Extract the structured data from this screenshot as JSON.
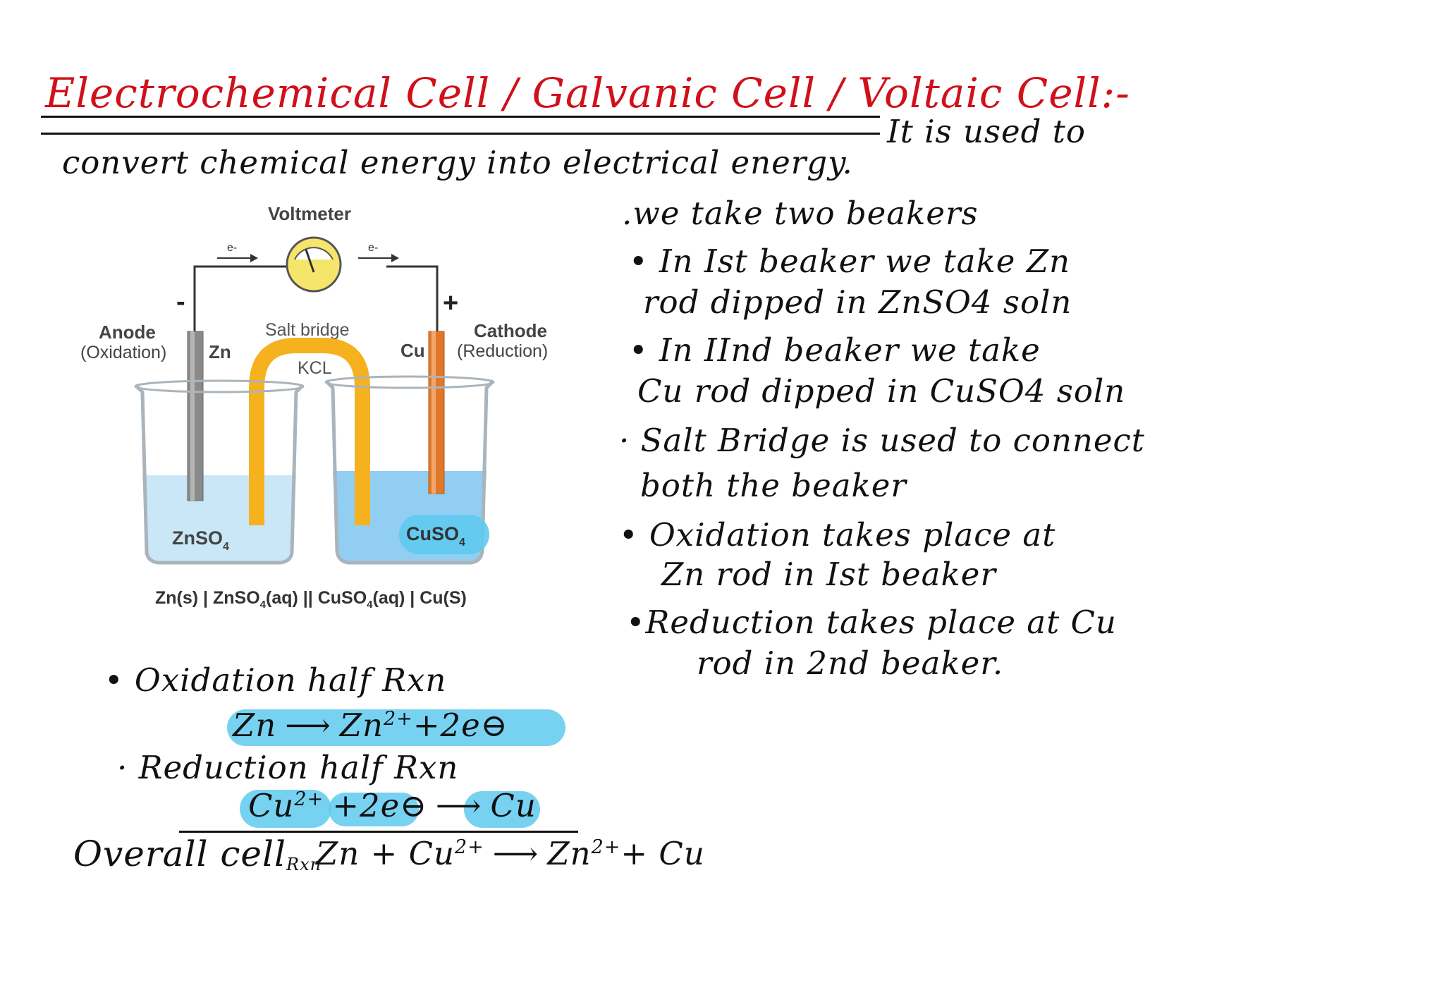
{
  "title": "Electrochemical Cell / Galvanic Cell / Voltaic Cell:-",
  "intro": {
    "line1_end": "It is used to",
    "line2": "convert chemical energy into electrical energy."
  },
  "diagram": {
    "voltmeter": "Voltmeter",
    "electron_left": "e-",
    "electron_right": "e-",
    "minus": "-",
    "plus": "+",
    "anode": "Anode",
    "anode_sub": "(Oxidation)",
    "cathode": "Cathode",
    "cathode_sub": "(Reduction)",
    "zn": "Zn",
    "cu": "Cu",
    "salt_bridge": "Salt bridge",
    "kcl": "KCL",
    "znso4": "ZnSO",
    "znso4_sub": "4",
    "cuso4": "CuSO",
    "cuso4_sub": "4",
    "notation": {
      "p1": "Zn(s) | ZnSO",
      "s1": "4",
      "p2": "(aq) || CuSO",
      "s2": "4",
      "p3": "(aq) | Cu(S)"
    }
  },
  "points": [
    {
      "a": ".we take two beakers"
    },
    {
      "a": "• In Ist beaker we take Zn",
      "b": "rod dipped in ZnSO4 soln"
    },
    {
      "a": "• In IInd beaker we take",
      "b": "Cu rod dipped in CuSO4 soln"
    },
    {
      "a": "· Salt Bridge is used to connect",
      "b": "both the beaker"
    },
    {
      "a": "• Oxidation takes place at",
      "b": "Zn rod in Ist beaker"
    },
    {
      "a": "•Reduction takes place at Cu",
      "b": "rod in 2nd beaker."
    }
  ],
  "reactions": {
    "oxidation_label": "• Oxidation half Rxn",
    "oxidation_eq": {
      "lhs": "Zn",
      "arrow": "⟶",
      "rhs": "Zn",
      "rhs_sup": "2+",
      "tail": "+2e⊖"
    },
    "reduction_label": "· Reduction half Rxn",
    "reduction_eq": {
      "lhs": "Cu",
      "lhs_sup": "2+",
      "mid": "+2e⊖",
      "arrow": "⟶",
      "rhs": "Cu"
    },
    "overall_label": "Overall cell",
    "overall_sub": "Rxn",
    "overall_eq": {
      "lhs": "Zn + Cu",
      "lhs_sup": "2+",
      "arrow": "⟶",
      "rhs": "Zn",
      "rhs_sup": "2+",
      "tail": "+ Cu"
    }
  },
  "colors": {
    "title": "#d0101a",
    "highlight": "#5fcaf0",
    "bridge": "#f5b21e",
    "copper": "#e0782a",
    "zinc": "#8a8a8a",
    "solution": "#bfe3f5",
    "solution_cu": "#7fc6ee"
  }
}
